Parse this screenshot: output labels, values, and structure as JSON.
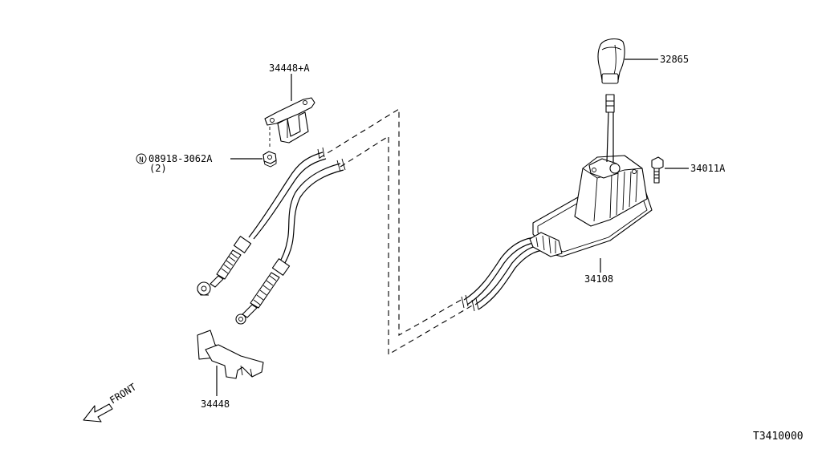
{
  "parts": {
    "p_34448_a": "34448+A",
    "p_08918": "08918-3062A",
    "p_08918_qty": "(2)",
    "p_34448": "34448",
    "p_32865": "32865",
    "p_34011a": "34011A",
    "p_34108": "34108"
  },
  "nut_symbol": "N",
  "front_label": "FRONT",
  "diagram_id": "T3410000"
}
